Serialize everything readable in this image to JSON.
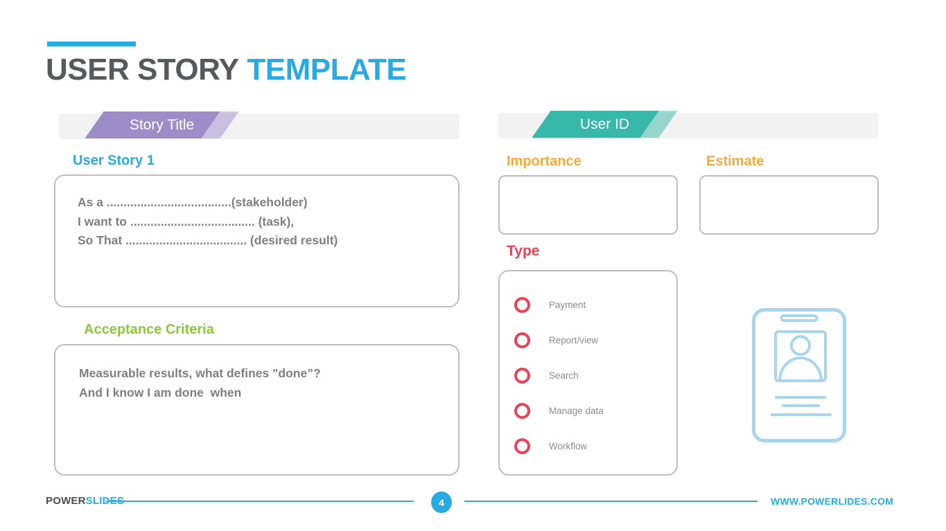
{
  "title": {
    "primary": "USER STORY",
    "secondary": "TEMPLATE"
  },
  "left_panel": {
    "banner_label": "Story Title",
    "story_heading": "User Story 1",
    "story_lines": [
      "As a .....................................(stakeholder)",
      "I want to ..................................... (task),",
      "So That .................................... (desired result)"
    ],
    "criteria_heading": "Acceptance Criteria",
    "criteria_lines": [
      "Measurable results, what defines \"done”?",
      "And I know I am done  when"
    ]
  },
  "right_panel": {
    "banner_label": "User ID",
    "importance_label": "Importance",
    "estimate_label": "Estimate",
    "type_label": "Type",
    "type_options": [
      "Payment",
      "Report/view",
      "Search",
      "Manage data",
      "Workflow"
    ]
  },
  "footer": {
    "brand_primary": "POWER",
    "brand_secondary": "SLIDES",
    "page_number": "4",
    "website": "WWW.POWERLIDES.COM"
  },
  "colors": {
    "accent_blue": "#29ABE2",
    "title_gray": "#58595B",
    "ribbon_purple": "#9C8DC9",
    "ribbon_teal": "#38B8A8",
    "heading_orange": "#F6A93B",
    "heading_green": "#8DC63F",
    "heading_red": "#EF4155",
    "radio_red": "#ED4155",
    "box_border_gray": "#BDBDBF",
    "body_text_gray": "#7F7F7F",
    "bar_gray": "#F2F2F3",
    "id_card_blue": "#A6D6EF"
  }
}
